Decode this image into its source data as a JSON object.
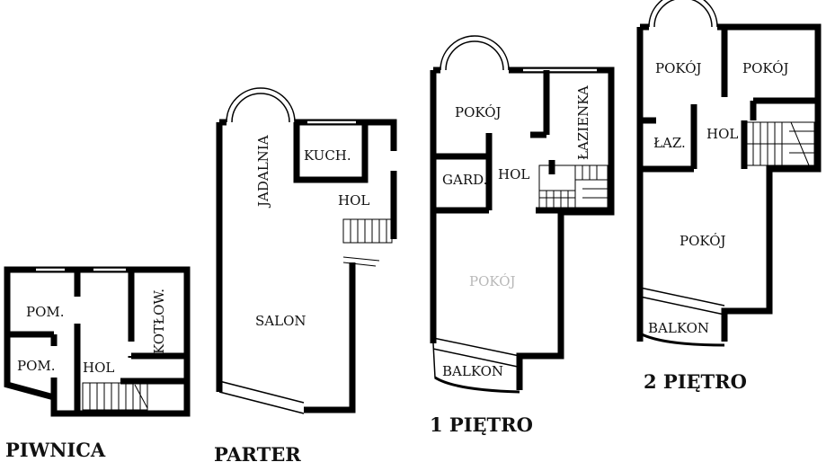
{
  "floors": [
    {
      "id": "piwnica",
      "label": "PIWNICA",
      "rooms": [
        "POM.",
        "POM.",
        "HOL",
        "KOTŁOW."
      ]
    },
    {
      "id": "parter",
      "label": "PARTER",
      "rooms": [
        "JADALNIA",
        "KUCH.",
        "HOL",
        "SALON"
      ]
    },
    {
      "id": "pietro1",
      "label": "1 PIĘTRO",
      "rooms": [
        "POKÓJ",
        "ŁAZIENKA",
        "GARD.",
        "HOL",
        "POKÓJ",
        "BALKON"
      ]
    },
    {
      "id": "pietro2",
      "label": "2 PIĘTRO",
      "rooms": [
        "POKÓJ",
        "POKÓJ",
        "ŁAZ.",
        "HOL",
        "POKÓJ",
        "BALKON"
      ]
    }
  ]
}
